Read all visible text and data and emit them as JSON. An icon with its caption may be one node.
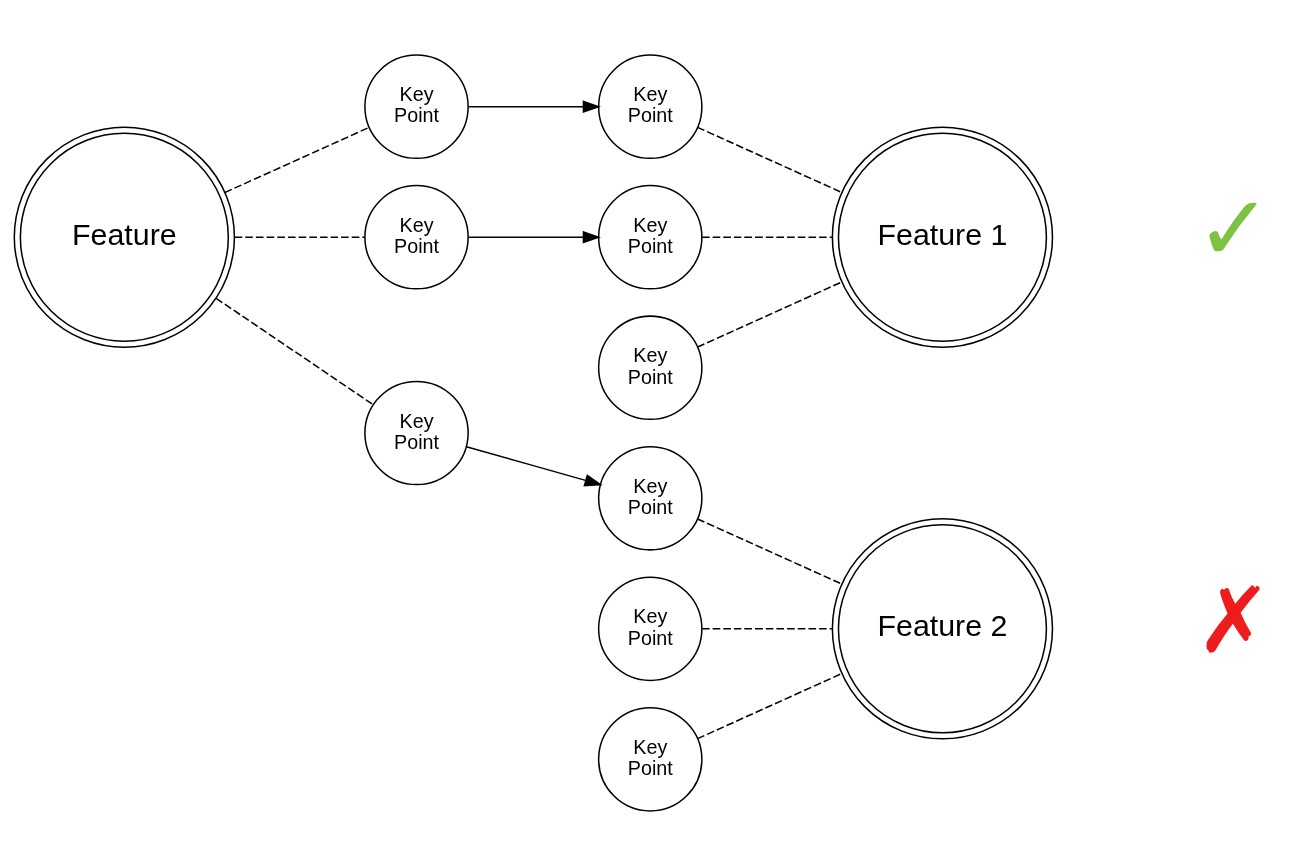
{
  "diagram": {
    "nodes": [
      {
        "text": [
          "Feature"
        ]
      },
      {
        "text": [
          "Key Point"
        ]
      },
      {
        "text": [
          "Key Point"
        ]
      },
      {
        "text": [
          "Key Point"
        ]
      },
      {
        "text": [
          "Key Point"
        ]
      },
      {
        "text": [
          "Key Point"
        ]
      },
      {
        "text": [
          "Key Point"
        ]
      },
      {
        "text": [
          "Feature 1"
        ]
      },
      {
        "text": [
          "✓"
        ]
      },
      {
        "text": [
          "Key Point"
        ]
      },
      {
        "text": [
          "Key Point"
        ]
      },
      {
        "text": [
          "Key Point"
        ]
      },
      {
        "text": [
          "Feature 2"
        ]
      },
      {
        "text": [
          "✗"
        ]
      }
    ],
    "edges": [
      {
        "from": 0,
        "to": 1,
        "arrow": "none",
        "style": "dashed"
      },
      {
        "from": 0,
        "to": 2,
        "arrow": "none",
        "style": "dashed"
      },
      {
        "from": 0,
        "to": 3,
        "arrow": "none",
        "style": "dashed"
      },
      {
        "from": 1,
        "to": 4,
        "arrow": "to"
      },
      {
        "from": 2,
        "to": 5,
        "arrow": "to"
      },
      {
        "from": 3,
        "to": 10,
        "arrow": "to"
      },
      {
        "from": 4,
        "to": 7,
        "arrow": "none",
        "style": "dashed"
      },
      {
        "from": 5,
        "to": 7,
        "arrow": "none",
        "style": "dashed"
      },
      {
        "from": 6,
        "to": 7,
        "arrow": "none",
        "style": "dashed"
      },
      {
        "from": 9,
        "to": 12,
        "arrow": "none",
        "style": "dashed"
      },
      {
        "from": 10,
        "to": 12,
        "arrow": "none",
        "style": "dashed"
      },
      {
        "from": 11,
        "to": 12,
        "arrow": "none",
        "style": "dashed"
      }
    ]
  }
}
